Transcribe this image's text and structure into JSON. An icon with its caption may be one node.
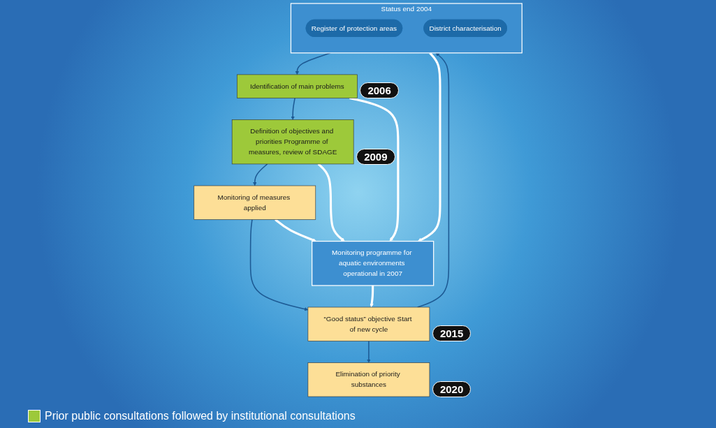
{
  "diagram": {
    "nodes": [
      {
        "text": [
          "Status end 2004"
        ]
      },
      {
        "text": [
          "Register of protection areas"
        ],
        "in": 0
      },
      {
        "text": [
          "District characterisation"
        ],
        "in": 0
      },
      {
        "text": [
          "Elimination of priority substances"
        ],
        "beside": [
          "2020"
        ]
      },
      {
        "text": [
          "“Good status” objective Start of new cycle"
        ],
        "beside": [
          "2015"
        ]
      },
      {
        "text": [
          "Monitoring programme for aquatic environments operational in 2007"
        ]
      },
      {
        "text": [
          "Identification of main problems"
        ],
        "beside": [
          "2006"
        ]
      },
      {
        "text": [
          "Monitoring of measures applied"
        ]
      },
      {
        "text": [
          "Definition of objectives and priorities Programme of measures, review of SDAGE"
        ],
        "beside": [
          "2009"
        ]
      }
    ],
    "edges": [
      {
        "from": 0,
        "to": 6,
        "arrow": "to"
      },
      {
        "from": 6,
        "to": 8,
        "arrow": "to"
      },
      {
        "from": 8,
        "to": 7,
        "arrow": "to"
      },
      {
        "from": 7,
        "to": 4,
        "arrow": "to"
      },
      {
        "from": 4,
        "to": 0,
        "arrow": "to"
      },
      {
        "from": 4,
        "to": 3,
        "arrow": "to"
      },
      {
        "from": 0,
        "to": 5,
        "arrow": "to",
        "style": "thick",
        "color": "#ffffff"
      },
      {
        "from": 6,
        "to": 5,
        "arrow": "to",
        "style": "thick",
        "color": "#ffffff"
      },
      {
        "from": 8,
        "to": 5,
        "arrow": "to",
        "style": "thick",
        "color": "#ffffff"
      },
      {
        "from": 7,
        "to": 5,
        "arrow": "to",
        "style": "thick",
        "color": "#ffffff"
      },
      {
        "from": 5,
        "to": 4,
        "arrow": "to",
        "style": "thick",
        "color": "#ffffff"
      }
    ],
    "legend": [
      {
        "text": "Prior public consultations followed by institutional consultations",
        "color": "#9dc93a"
      }
    ]
  }
}
